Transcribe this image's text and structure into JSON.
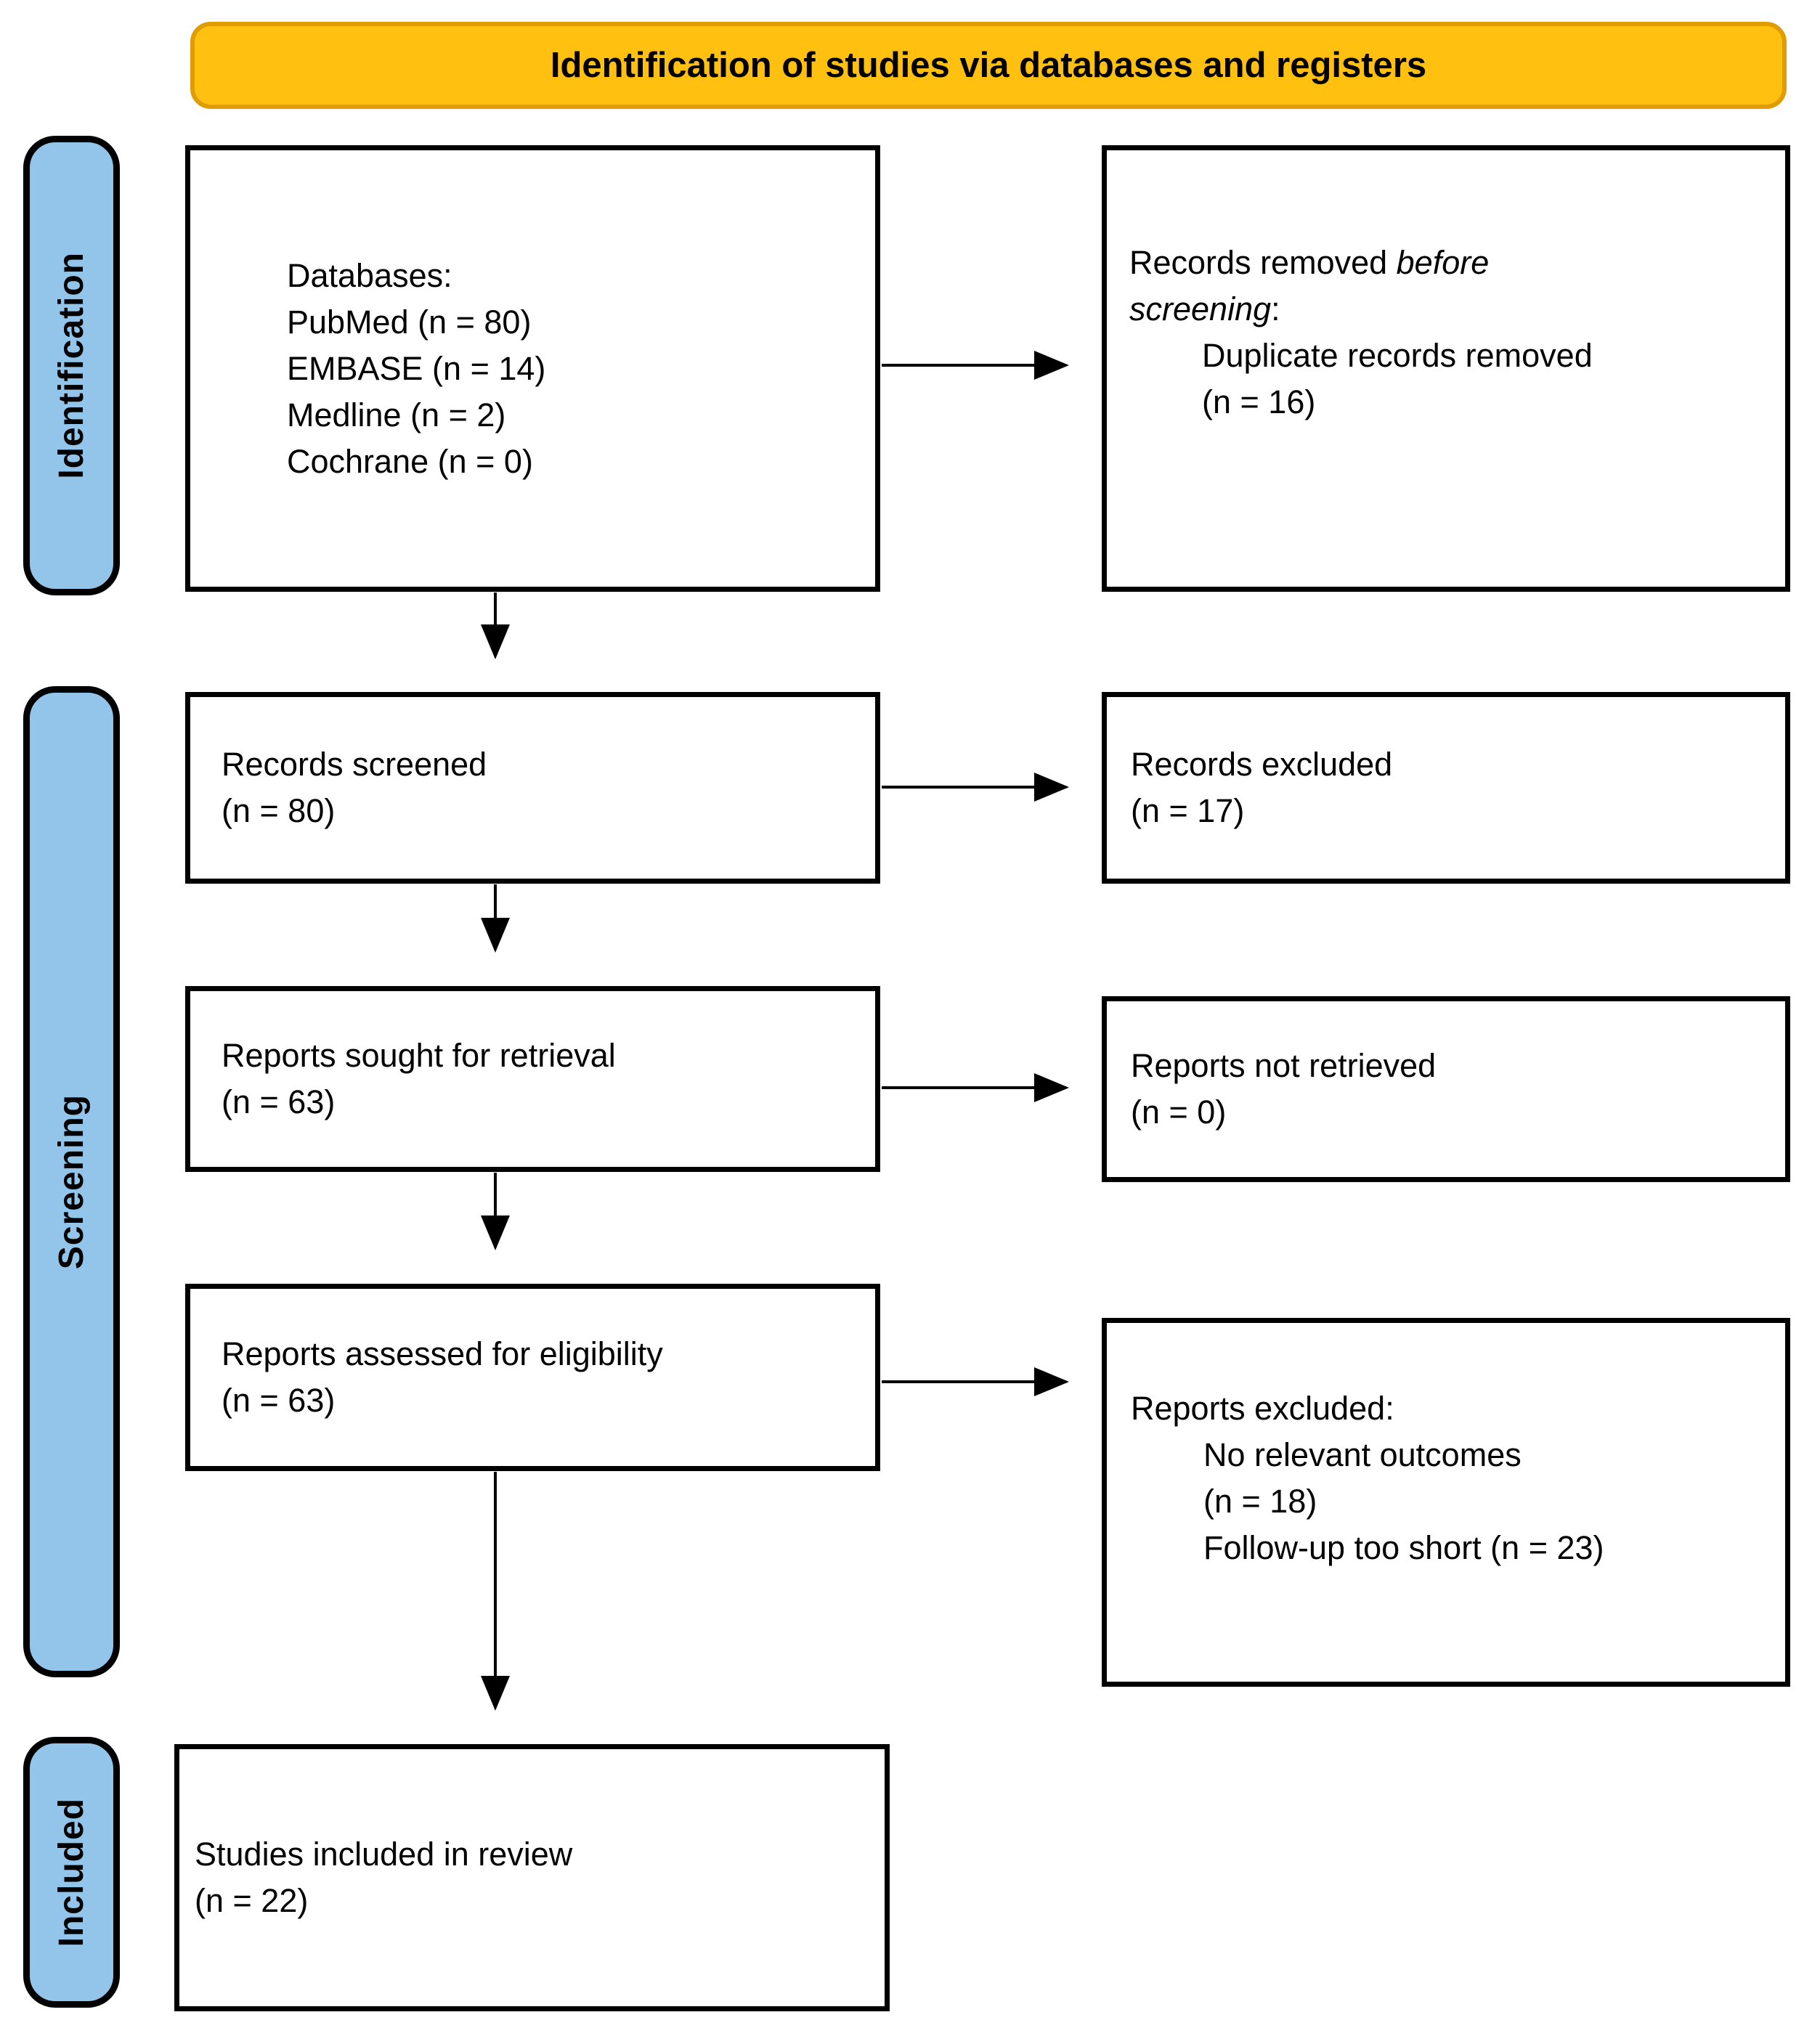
{
  "colors": {
    "banner_fill": "#FFC010",
    "banner_border": "#E09C00",
    "sidebar_fill": "#92C5E9",
    "box_border": "#000000",
    "arrow": "#000000"
  },
  "banner": {
    "title": "Identification of studies via databases and registers"
  },
  "sidebar": {
    "items": [
      {
        "label": "Identification"
      },
      {
        "label": "Screening"
      },
      {
        "label": "Included"
      }
    ]
  },
  "flow": {
    "databases_box": {
      "lines": [
        "Databases:",
        "PubMed (n = 80)",
        "EMBASE (n = 14)",
        "Medline (n = 2)",
        "Cochrane (n = 0)"
      ]
    },
    "removed_box": {
      "line1_normal": "Records removed ",
      "line1_italic": "before",
      "line2_italic": "screening",
      "line2_normal": ":",
      "indented": [
        "Duplicate records removed",
        "(n = 16)"
      ]
    },
    "screened_box": {
      "lines": [
        "Records screened",
        "(n = 80)"
      ]
    },
    "records_excluded_box": {
      "lines": [
        "Records excluded",
        "(n = 17)"
      ]
    },
    "sought_box": {
      "lines": [
        "Reports sought for retrieval",
        "(n = 63)"
      ]
    },
    "not_retrieved_box": {
      "lines": [
        "Reports not retrieved",
        "(n = 0)"
      ]
    },
    "assessed_box": {
      "lines": [
        "Reports assessed for eligibility",
        "(n = 63)"
      ]
    },
    "reports_excluded_box": {
      "header": "Reports excluded:",
      "indented": [
        "No relevant outcomes",
        "(n = 18)",
        "Follow-up too short (n = 23)"
      ]
    },
    "included_box": {
      "lines": [
        "Studies included in review",
        "(n = 22)"
      ]
    }
  }
}
